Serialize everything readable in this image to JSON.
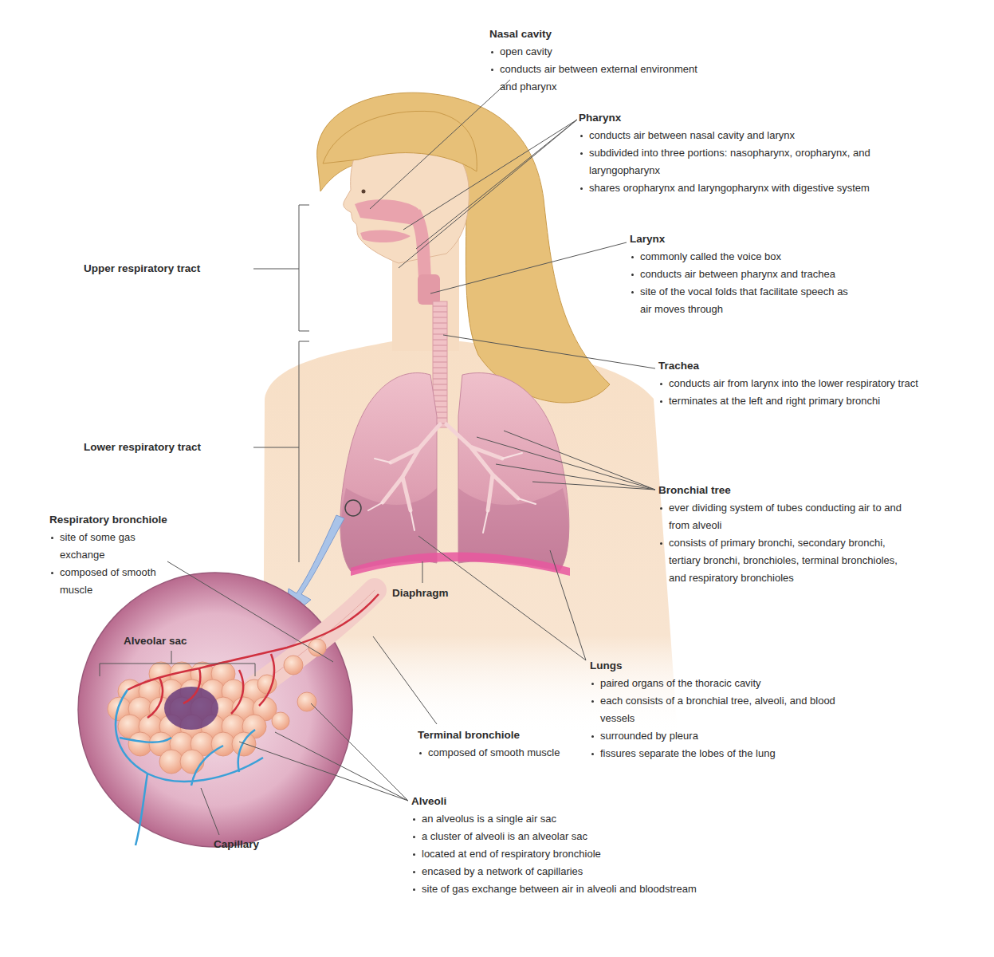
{
  "diagram": {
    "labels": [
      "Nasal cavity",
      "open cavity",
      "conducts air between external environment and pharynx",
      "Pharynx",
      "conducts air between nasal cavity and larynx",
      "subdivided into three portions: nasopharynx, oropharynx, and laryngopharynx",
      "shares oropharynx and laryngopharynx with digestive system",
      "Larynx",
      "commonly called the voice box",
      "conducts air between pharynx and trachea",
      "site of the vocal folds that facilitate speech as air moves through",
      "Trachea",
      "conducts air from larynx into the lower respiratory tract",
      "terminates at the left and right primary bronchi",
      "Bronchial tree",
      "ever dividing system of tubes conducting air to and from alveoli",
      "consists of primary bronchi, secondary bronchi, tertiary bronchi, bronchioles, terminal bronchioles, and respiratory bronchioles",
      "Upper respiratory tract",
      "Lower respiratory tract",
      "Respiratory bronchiole",
      "site of some gas exchange",
      "composed of smooth muscle",
      "Diaphragm",
      "Alveolar sac",
      "Lungs",
      "paired organs of the thoracic cavity",
      "each consists of a bronchial tree, alveoli, and blood vessels",
      "surrounded by pleura",
      "fissures separate the lobes of the lung",
      "Terminal bronchiole",
      "composed of smooth muscle",
      "Capillary",
      "Alveoli",
      "an alveolus is a single air sac",
      "a cluster of alveoli is an alveolar sac",
      "located at end of respiratory bronchiole",
      "encased by a network of capillaries",
      "site of gas exchange between air in alveoli and bloodstream"
    ]
  }
}
